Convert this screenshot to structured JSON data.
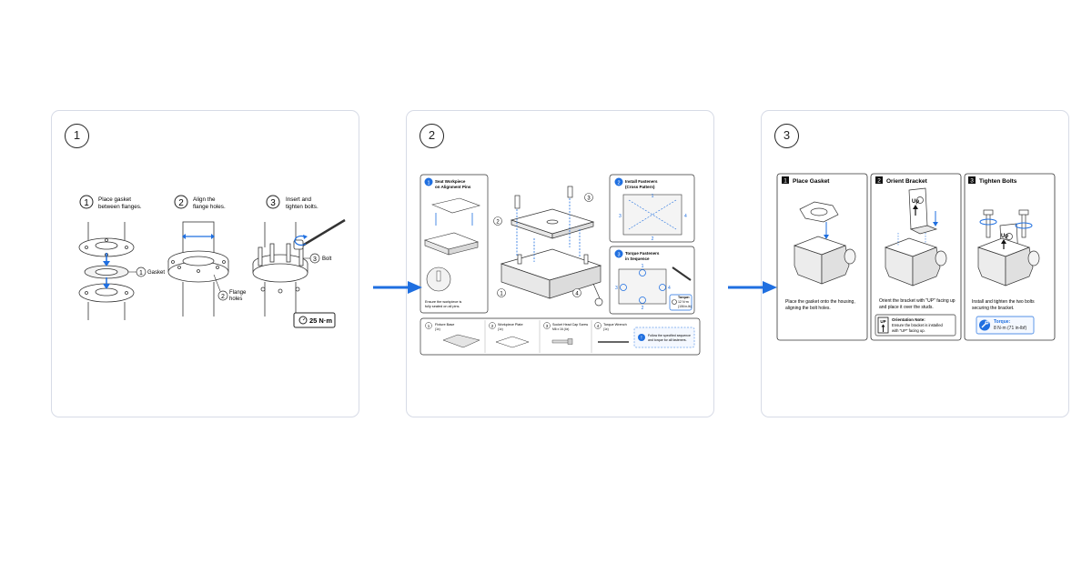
{
  "panels": [
    {
      "number": "1",
      "steps": [
        {
          "num": "1",
          "line1": "Place gasket",
          "line2": "between flanges."
        },
        {
          "num": "2",
          "line1": "Align the",
          "line2": "flange holes."
        },
        {
          "num": "3",
          "line1": "Insert and",
          "line2": "tighten bolts."
        }
      ],
      "callouts": {
        "gasket_num": "1",
        "gasket": "Gasket",
        "flange_num": "2",
        "flange1": "Flange",
        "flange2": "holes",
        "bolt_num": "3",
        "bolt": "Bolt"
      },
      "torque": "25 N·m"
    },
    {
      "number": "2",
      "seat": {
        "num": "1",
        "line1": "Seat Workpiece",
        "line2": "on Alignment Pins",
        "note1": "Ensure the workpiece is",
        "note2": "fully seated on all pins."
      },
      "install": {
        "num": "2",
        "line1": "Install Fasteners",
        "line2": "(Cross Pattern)",
        "labels": [
          "1",
          "2",
          "3",
          "4"
        ]
      },
      "torque_seq": {
        "num": "3",
        "line1": "Torque Fasteners",
        "line2": "in Sequence",
        "labels": [
          "1",
          "2",
          "3",
          "4"
        ],
        "torque_title": "Torque:",
        "torque_value": "12 N·m",
        "torque_alt": "(106 in-lb)"
      },
      "main_callouts": [
        "1",
        "2",
        "3",
        "4"
      ],
      "parts": [
        {
          "num": "1",
          "name": "Fixture Base",
          "qty": "(1x)"
        },
        {
          "num": "2",
          "name": "Workpiece Plate",
          "qty": "(1x)"
        },
        {
          "num": "3",
          "name": "Socket Head Cap Screw",
          "qty": "M6 x 16 (4x)"
        },
        {
          "num": "4",
          "name": "Torque Wrench",
          "qty": "(1x)"
        }
      ],
      "info_note1": "Follow the specified sequence",
      "info_note2": "and torque for all fasteners."
    },
    {
      "number": "3",
      "cards": [
        {
          "num": "1",
          "title": "Place Gasket",
          "desc1": "Place the gasket onto the housing,",
          "desc2": "aligning the bolt holes."
        },
        {
          "num": "2",
          "title": "Orient Bracket",
          "desc1": "Orient the bracket with \"UP\" facing up",
          "desc2": "and place it over the studs.",
          "tag": "Up",
          "note_title": "Orientation Note:",
          "note1": "Ensure the bracket is installed",
          "note2": "with \"UP\" facing up.",
          "up_box": "UP"
        },
        {
          "num": "3",
          "title": "Tighten Bolts",
          "desc1": "Install and tighten the two bolts",
          "desc2": "securing the bracket.",
          "tag": "Up",
          "torque_title": "Torque:",
          "torque_value": "8 N·m (71 in-lbf)"
        }
      ]
    }
  ],
  "colors": {
    "accent": "#1f6fe0",
    "border": "#d7dbe6",
    "ink": "#222222"
  }
}
